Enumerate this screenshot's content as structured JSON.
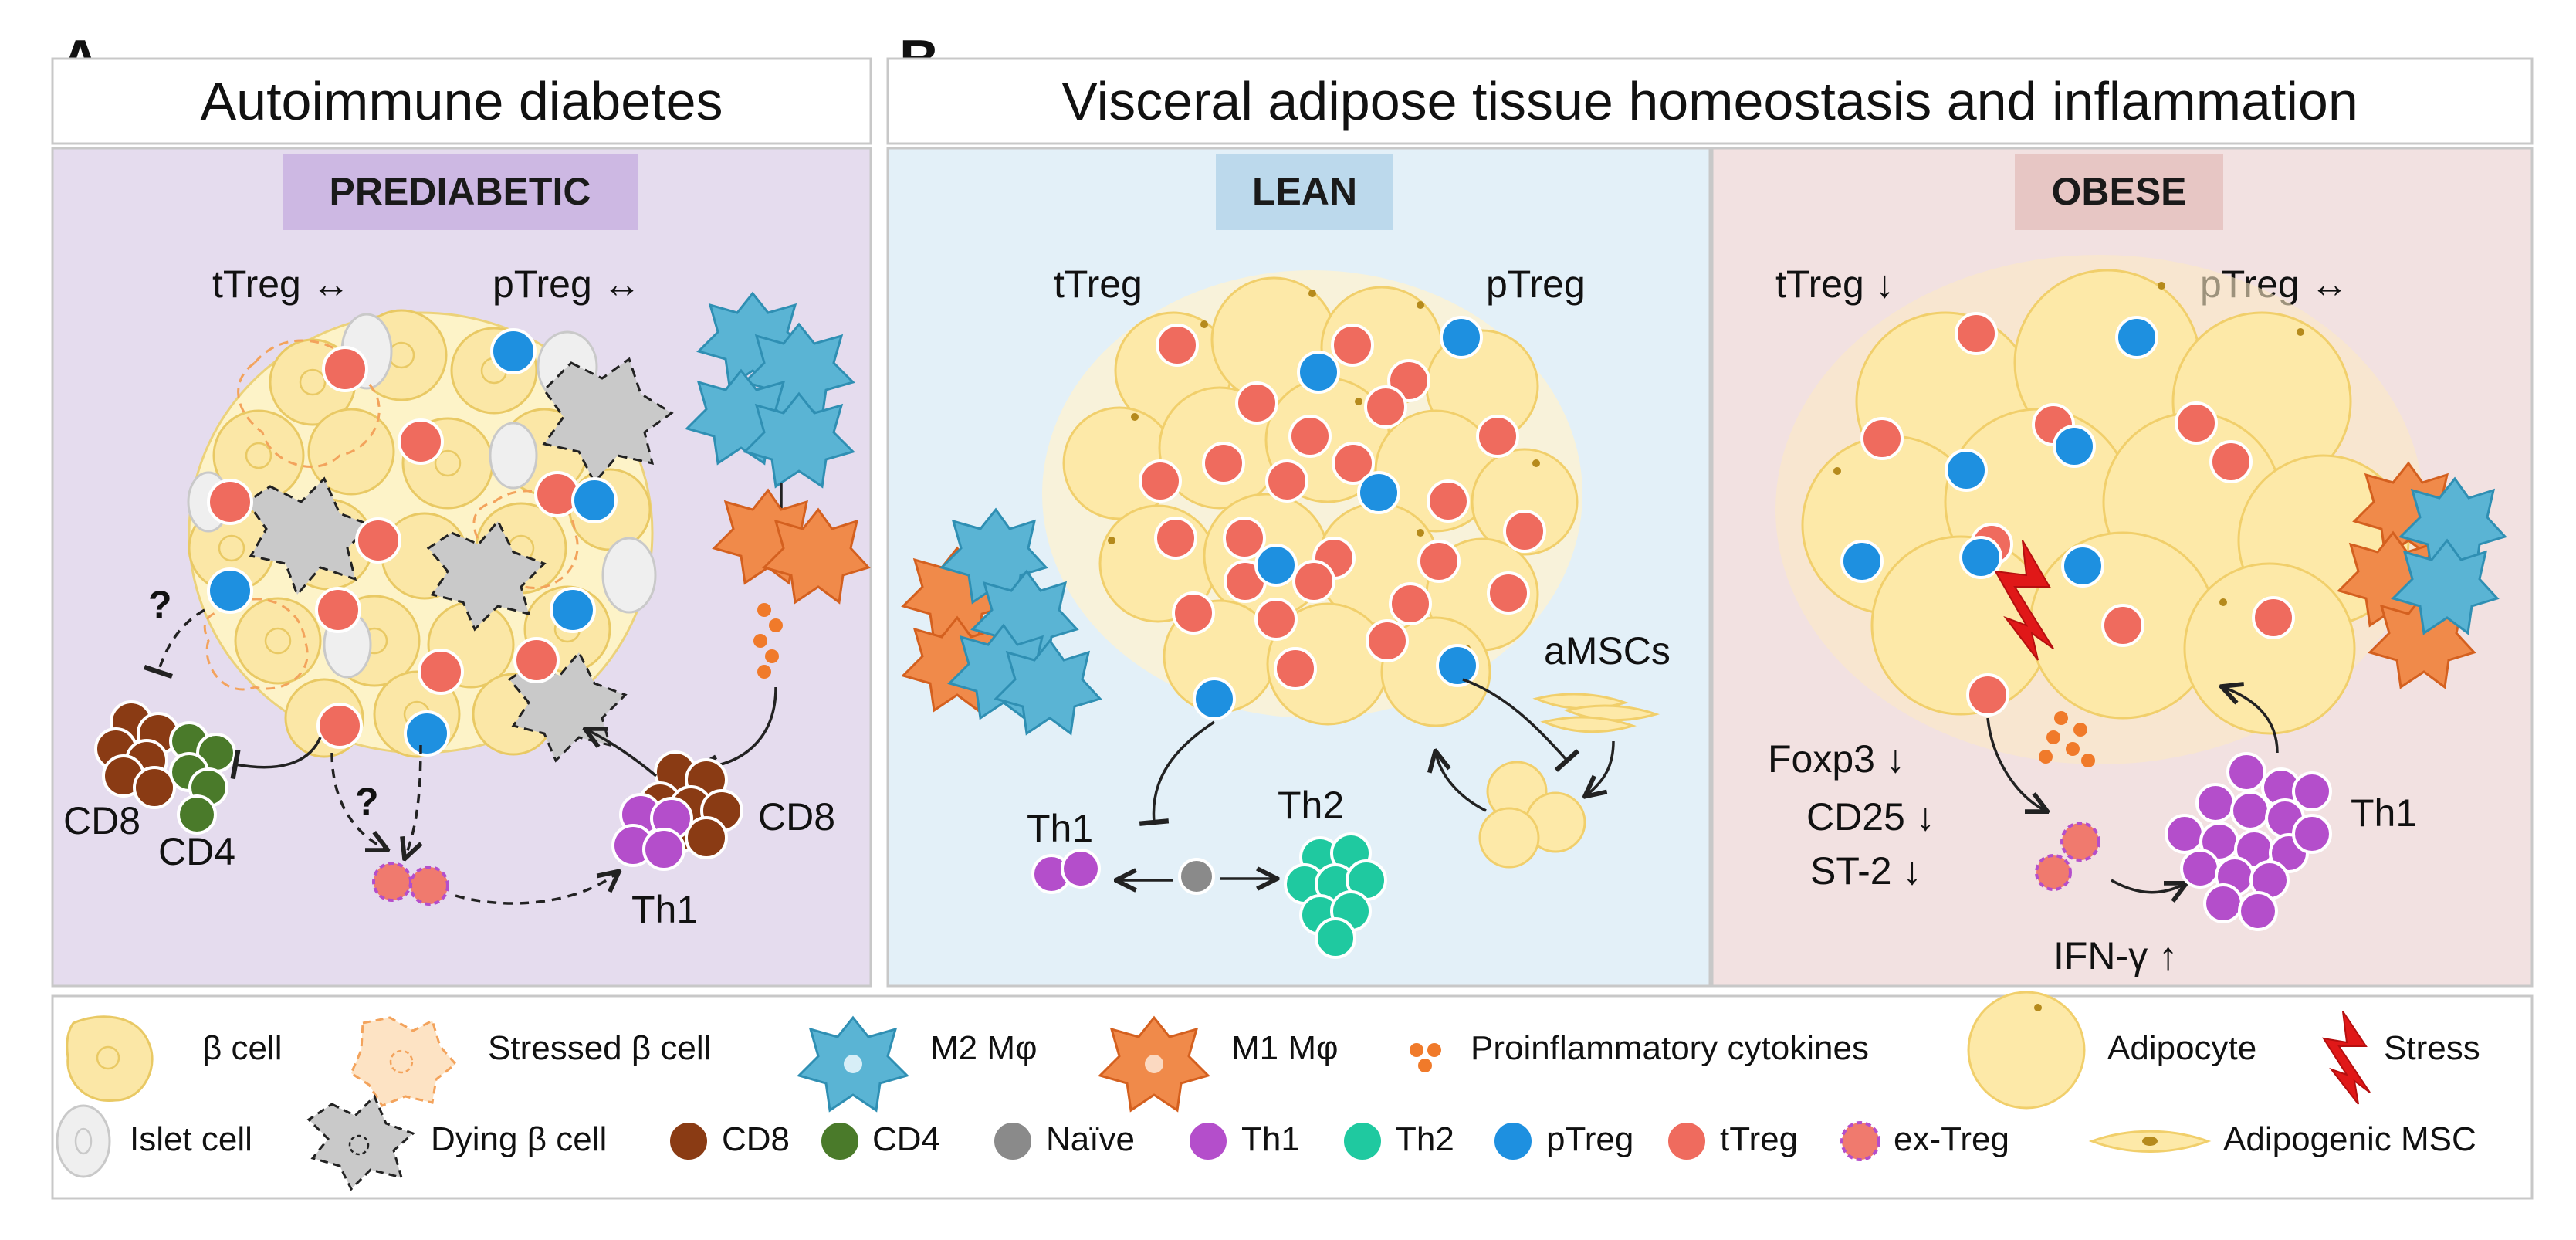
{
  "panel_a": {
    "letter": "A",
    "title": "Autoimmune diabetes",
    "badge": "PREDIABETIC",
    "ttreg_label": "tTreg ↔",
    "ptreg_label": "pTreg ↔",
    "cd8_left": "CD8",
    "cd4": "CD4",
    "cd8_right": "CD8",
    "th1": "Th1",
    "question": "?"
  },
  "panel_b": {
    "letter": "B",
    "title": "Visceral adipose tissue homeostasis and inflammation",
    "lean": {
      "badge": "LEAN",
      "ttreg_label": "tTreg",
      "ptreg_label": "pTreg",
      "amscs": "aMSCs",
      "th1": "Th1",
      "th2": "Th2"
    },
    "obese": {
      "badge": "OBESE",
      "ttreg_label": "tTreg ↓",
      "ptreg_label": "pTreg ↔",
      "foxp3": "Foxp3 ↓",
      "cd25": "CD25 ↓",
      "st2": "ST-2 ↓",
      "ifng": "IFN-γ ↑",
      "th1": "Th1"
    }
  },
  "legend": {
    "beta_cell": "β cell",
    "stressed_beta_cell": "Stressed β cell",
    "m2": "M2 Mφ",
    "m1": "M1 Mφ",
    "cytokines": "Proinflammatory cytokines",
    "adipocyte": "Adipocyte",
    "stress": "Stress",
    "islet_cell": "Islet cell",
    "dying_beta_cell": "Dying β cell",
    "cd8": "CD8",
    "cd4": "CD4",
    "naive": "Naïve",
    "th1": "Th1",
    "th2": "Th2",
    "ptreg": "pTreg",
    "ttreg": "tTreg",
    "extreg": "ex-Treg",
    "msc": "Adipogenic MSC"
  },
  "colors": {
    "prediabetic_bg": "#e5dcee",
    "lean_bg": "#e3f0f8",
    "obese_bg": "#f2e1e1",
    "beta_cell": "#fbe7a6",
    "ttreg": "#ef6b5e",
    "ptreg": "#1e90e0",
    "cd8": "#8a3b14",
    "cd4": "#4a7a2a",
    "th1": "#b44ecb",
    "th2": "#1fc9a0",
    "naive": "#8a8a8a",
    "m2": "#5ab4d4",
    "m1": "#f08a4a",
    "stress": "#e01818"
  },
  "icons": [
    "beta-cell-icon",
    "stressed-beta-cell-icon",
    "m2-macrophage-icon",
    "m1-macrophage-icon",
    "cytokine-icon",
    "adipocyte-icon",
    "stress-bolt-icon",
    "islet-cell-icon",
    "dying-beta-cell-icon",
    "cell-icon"
  ]
}
